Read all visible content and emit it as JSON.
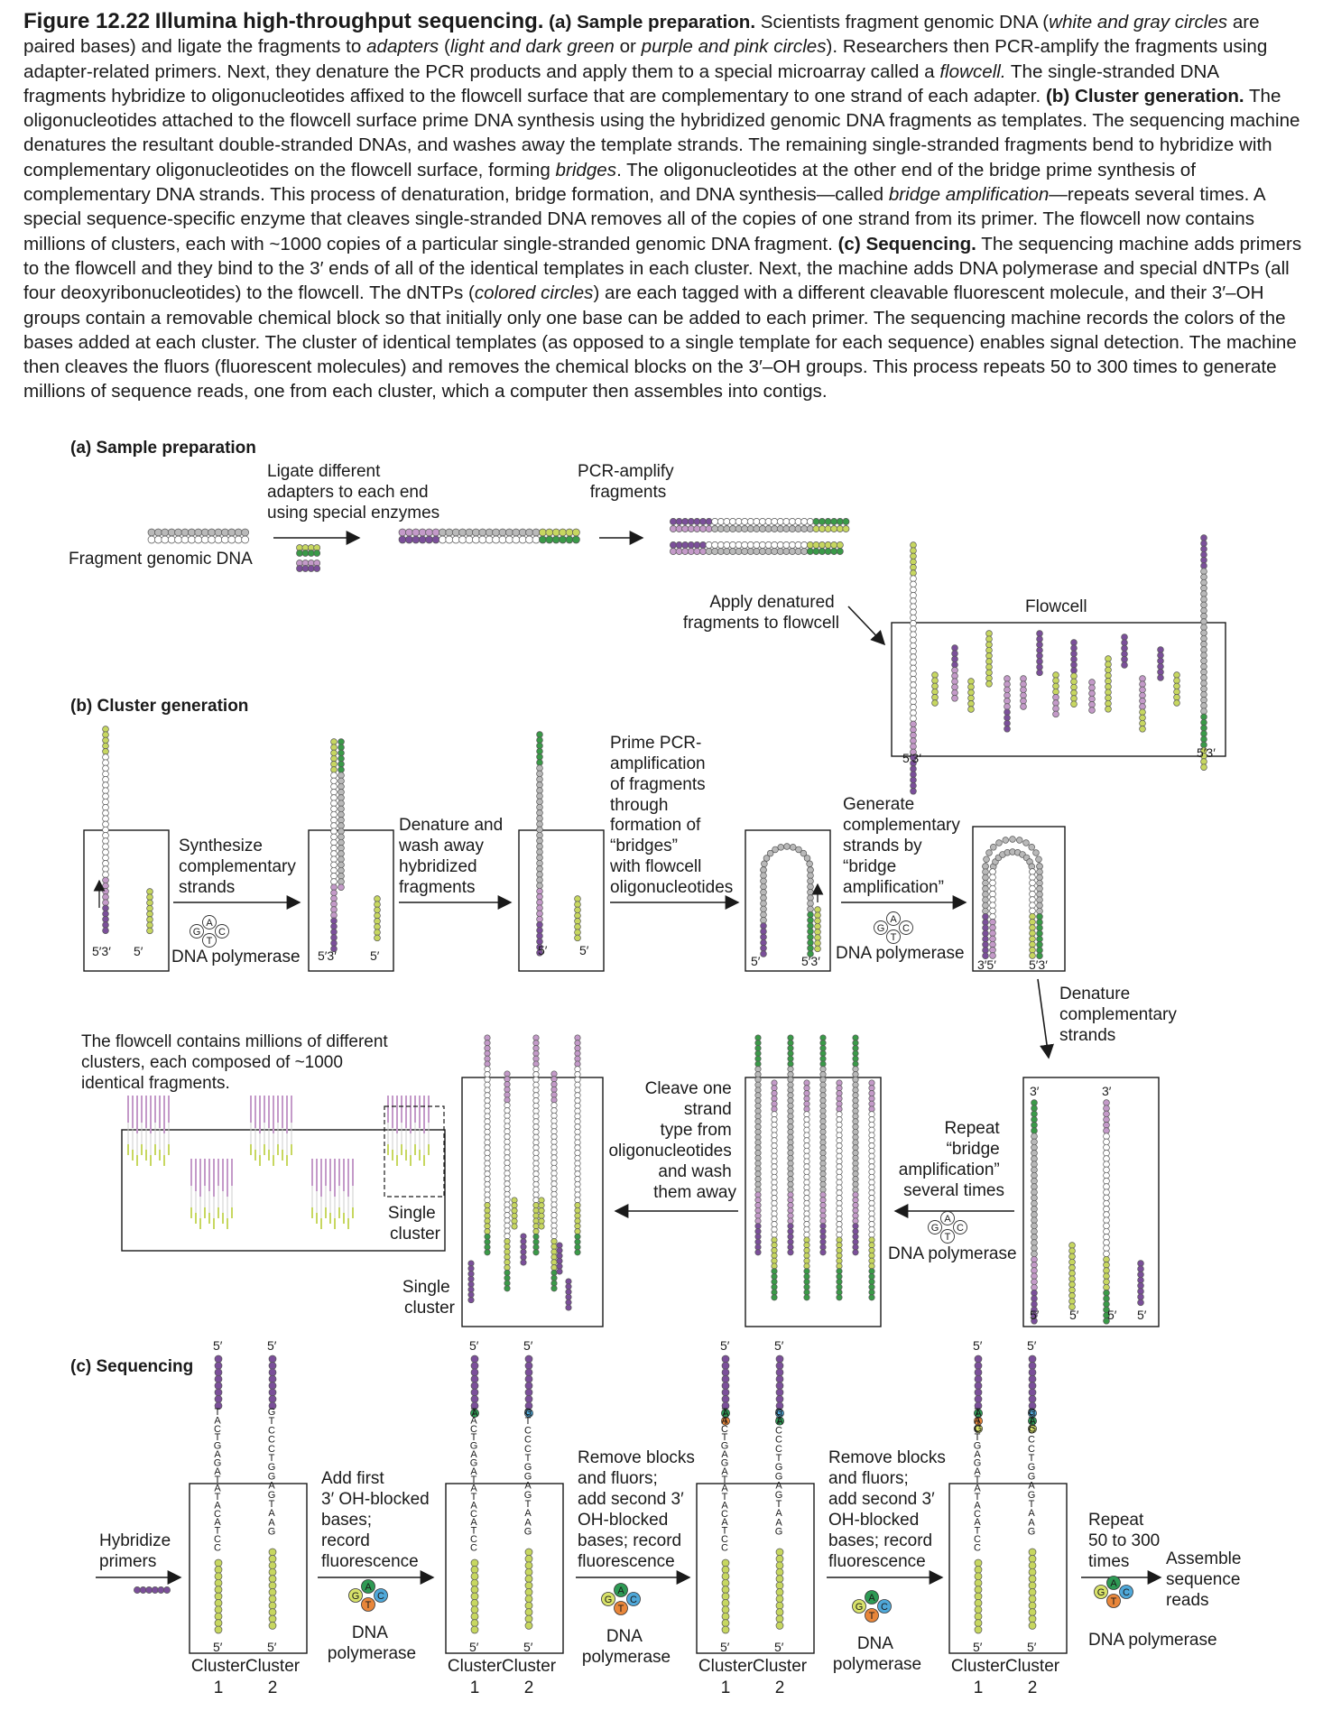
{
  "caption": {
    "figure_number": "Figure 12.22",
    "figure_title": "Illumina high-throughput sequencing.",
    "segments": [
      {
        "style": "b",
        "text": "(a) Sample preparation."
      },
      {
        "style": "n",
        "text": " Scientists fragment genomic DNA ("
      },
      {
        "style": "i",
        "text": "white and gray circles"
      },
      {
        "style": "n",
        "text": " are paired bases) and ligate the fragments to "
      },
      {
        "style": "i",
        "text": "adapters"
      },
      {
        "style": "n",
        "text": " ("
      },
      {
        "style": "i",
        "text": "light and dark green"
      },
      {
        "style": "n",
        "text": " or "
      },
      {
        "style": "i",
        "text": "purple and pink circles"
      },
      {
        "style": "n",
        "text": "). Researchers then PCR-amplify the fragments using adapter-related primers. Next, they denature the PCR products and apply them to a special microarray called a "
      },
      {
        "style": "i",
        "text": "flowcell."
      },
      {
        "style": "n",
        "text": " The single-stranded DNA fragments hybridize to oligonucleotides affixed to the flowcell surface that are complementary to one strand of each adapter. "
      },
      {
        "style": "b",
        "text": "(b) Cluster generation."
      },
      {
        "style": "n",
        "text": " The oligonucleotides attached to the flowcell surface prime DNA synthesis using the hybridized genomic DNA fragments as templates. The sequencing machine denatures the resultant double-stranded DNAs, and washes away the template strands. The remaining single-stranded fragments bend to hybridize with complementary oligonucleotides on the flowcell surface, forming "
      },
      {
        "style": "i",
        "text": "bridges"
      },
      {
        "style": "n",
        "text": ". The oligonucleotides at the other end of the bridge prime synthesis of complementary DNA strands. This process of denaturation, bridge formation, and DNA synthesis—called "
      },
      {
        "style": "i",
        "text": "bridge amplification"
      },
      {
        "style": "n",
        "text": "—repeats several times. A special sequence-specific enzyme that cleaves single-stranded DNA removes all of the copies of one strand from its primer. The flowcell now contains millions of clusters, each with ~1000 copies of a particular single-stranded genomic DNA fragment. "
      },
      {
        "style": "b",
        "text": "(c) Sequencing."
      },
      {
        "style": "n",
        "text": " The sequencing machine adds primers to the flowcell and they bind to the 3′ ends of all of the identical templates in each cluster. Next, the machine adds DNA polymerase and special dNTPs (all four deoxyribonucleotides) to the flowcell. The dNTPs ("
      },
      {
        "style": "i",
        "text": "colored circles"
      },
      {
        "style": "n",
        "text": ") are each tagged with a different cleavable fluorescent molecule, and their 3′–OH groups contain a removable chemical block so that initially only one base can be added to each primer. The sequencing machine records the colors of the bases added at each cluster. The cluster of identical templates (as opposed to a single template for each sequence) enables signal detection. The machine then cleaves the fluors (fluorescent molecules) and removes the chemical blocks on the 3′–OH groups. This process repeats 50 to 300 times to generate millions of sequence reads, one from each cluster, which a computer then assembles into contigs."
      }
    ]
  },
  "panel_a": {
    "heading": "(a) Sample preparation",
    "fragment_label": "Fragment genomic DNA",
    "ligate_label": [
      "Ligate different",
      "adapters to each end",
      "using special enzymes"
    ],
    "pcr_label": [
      "PCR-amplify",
      "fragments"
    ],
    "apply_label": [
      "Apply denatured",
      "fragments to flowcell"
    ],
    "flowcell_label": "Flowcell",
    "end_5": "5′",
    "end_3": "3′",
    "end_53": "5′3′"
  },
  "panel_b": {
    "heading": "(b) Cluster generation",
    "synth_label": [
      "Synthesize",
      "complementary",
      "strands"
    ],
    "polymerase": "DNA polymerase",
    "denature_label": [
      "Denature and",
      "wash away",
      "hybridized",
      "fragments"
    ],
    "prime_label": [
      "Prime PCR-",
      "amplification",
      "of fragments",
      "through",
      "formation of",
      "“bridges”",
      "with flowcell",
      "oligonucleotides"
    ],
    "generate_label": [
      "Generate",
      "complementary",
      "strands by",
      "“bridge",
      "amplification”"
    ],
    "denature_comp_label": [
      "Denature",
      "complementary",
      "strands"
    ],
    "repeat_label": [
      "Repeat",
      "“bridge",
      "amplification”",
      "several times"
    ],
    "cleave_label": [
      "Cleave one",
      "strand",
      "type from",
      "oligonucleotides",
      "and wash",
      "them away"
    ],
    "millions_label": [
      "The flowcell contains millions of different",
      "clusters, each composed of ~1000",
      "identical fragments."
    ],
    "single_cluster": [
      "Single",
      "cluster"
    ],
    "end_35": "3′5′"
  },
  "panel_c": {
    "heading": "(c) Sequencing",
    "hybridize_label": [
      "Hybridize",
      "primers"
    ],
    "add_first_label": [
      "Add first",
      "3′ OH-blocked",
      "bases;",
      "record",
      "fluorescence"
    ],
    "remove_label": [
      "Remove blocks",
      "and fluors;",
      "add second 3′",
      "OH-blocked",
      "bases; record",
      "fluorescence"
    ],
    "repeat_label": [
      "Repeat",
      "50 to 300",
      "times"
    ],
    "assemble_label": [
      "Assemble",
      "sequence",
      "reads"
    ],
    "dna_polymerase": [
      "DNA",
      "polymerase"
    ],
    "dna_polymerase_one": "DNA polymerase",
    "cluster": "Cluster",
    "cluster1": "1",
    "cluster2": "2",
    "seq1": [
      "T",
      "A",
      "C",
      "T",
      "G",
      "A",
      "G",
      "A",
      "T",
      "A",
      "T",
      "A",
      "C",
      "A",
      "T",
      "C",
      "C"
    ],
    "seq2": [
      "G",
      "T",
      "C",
      "C",
      "C",
      "T",
      "G",
      "G",
      "A",
      "G",
      "T",
      "A",
      "A",
      "G"
    ],
    "nucleotides": [
      "A",
      "G",
      "C",
      "T"
    ]
  },
  "colors": {
    "purple_dark": "#7b4f9a",
    "purple_light": "#c49ac9",
    "green_dark": "#3a9a48",
    "green_light": "#c7d760",
    "gray": "#b9b9b9",
    "white_bead": "#ffffff",
    "nuc_A": "#2e9a54",
    "nuc_C": "#4fa8d9",
    "nuc_G": "#d8e26a",
    "nuc_T": "#e8863a"
  }
}
